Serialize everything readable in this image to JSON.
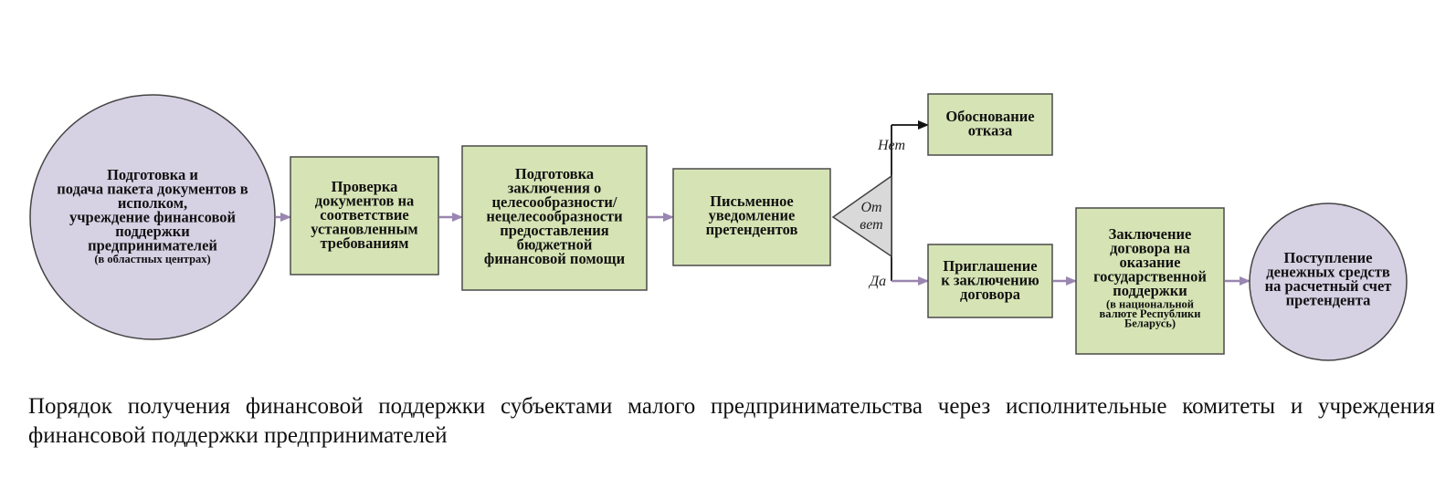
{
  "nodes": {
    "start": {
      "lines": [
        "Подготовка и",
        "подача пакета документов в",
        "исполком,",
        "учреждение финансовой",
        "поддержки",
        "предпринимателей"
      ],
      "small": [
        "(в областных  центрах)"
      ]
    },
    "check": {
      "lines": [
        "Проверка",
        "документов на",
        "соответствие",
        "установленным",
        "требованиям"
      ]
    },
    "conclusion": {
      "lines": [
        "Подготовка",
        "заключения о",
        "целесообразности/",
        "нецелесообразности",
        "предоставления",
        "бюджетной",
        "финансовой помощи"
      ]
    },
    "notify": {
      "lines": [
        "Письменное",
        "уведомление",
        "претендентов"
      ]
    },
    "answer": {
      "lines": [
        "От",
        "вет"
      ]
    },
    "refusal": {
      "lines": [
        "Обоснование",
        "отказа"
      ]
    },
    "invite": {
      "lines": [
        "Приглашение",
        "к заключению",
        "договора"
      ]
    },
    "contract": {
      "lines": [
        "Заключение",
        "договора на",
        "оказание",
        "государственной",
        "поддержки"
      ],
      "small": [
        "(в национальной",
        "валюте Республики",
        "Беларусь)"
      ]
    },
    "funds": {
      "lines": [
        "Поступление",
        "денежных средств",
        "на расчетный счет",
        "претендента"
      ]
    }
  },
  "labels": {
    "no": "Нет",
    "yes": "Да"
  },
  "caption": "Порядок получения финансовой поддержки субъектами малого предпринимательства через исполнительные комитеты и учреждения финансовой поддержки предпринимателей",
  "colors": {
    "circle_fill": "#d7d1e4",
    "box_fill": "#d6e4b5",
    "box_stroke": "#4a4a4a",
    "triangle_fill": "#d9d9d9",
    "arrow_purple": "#9a86b0",
    "arrow_black": "#111111"
  }
}
